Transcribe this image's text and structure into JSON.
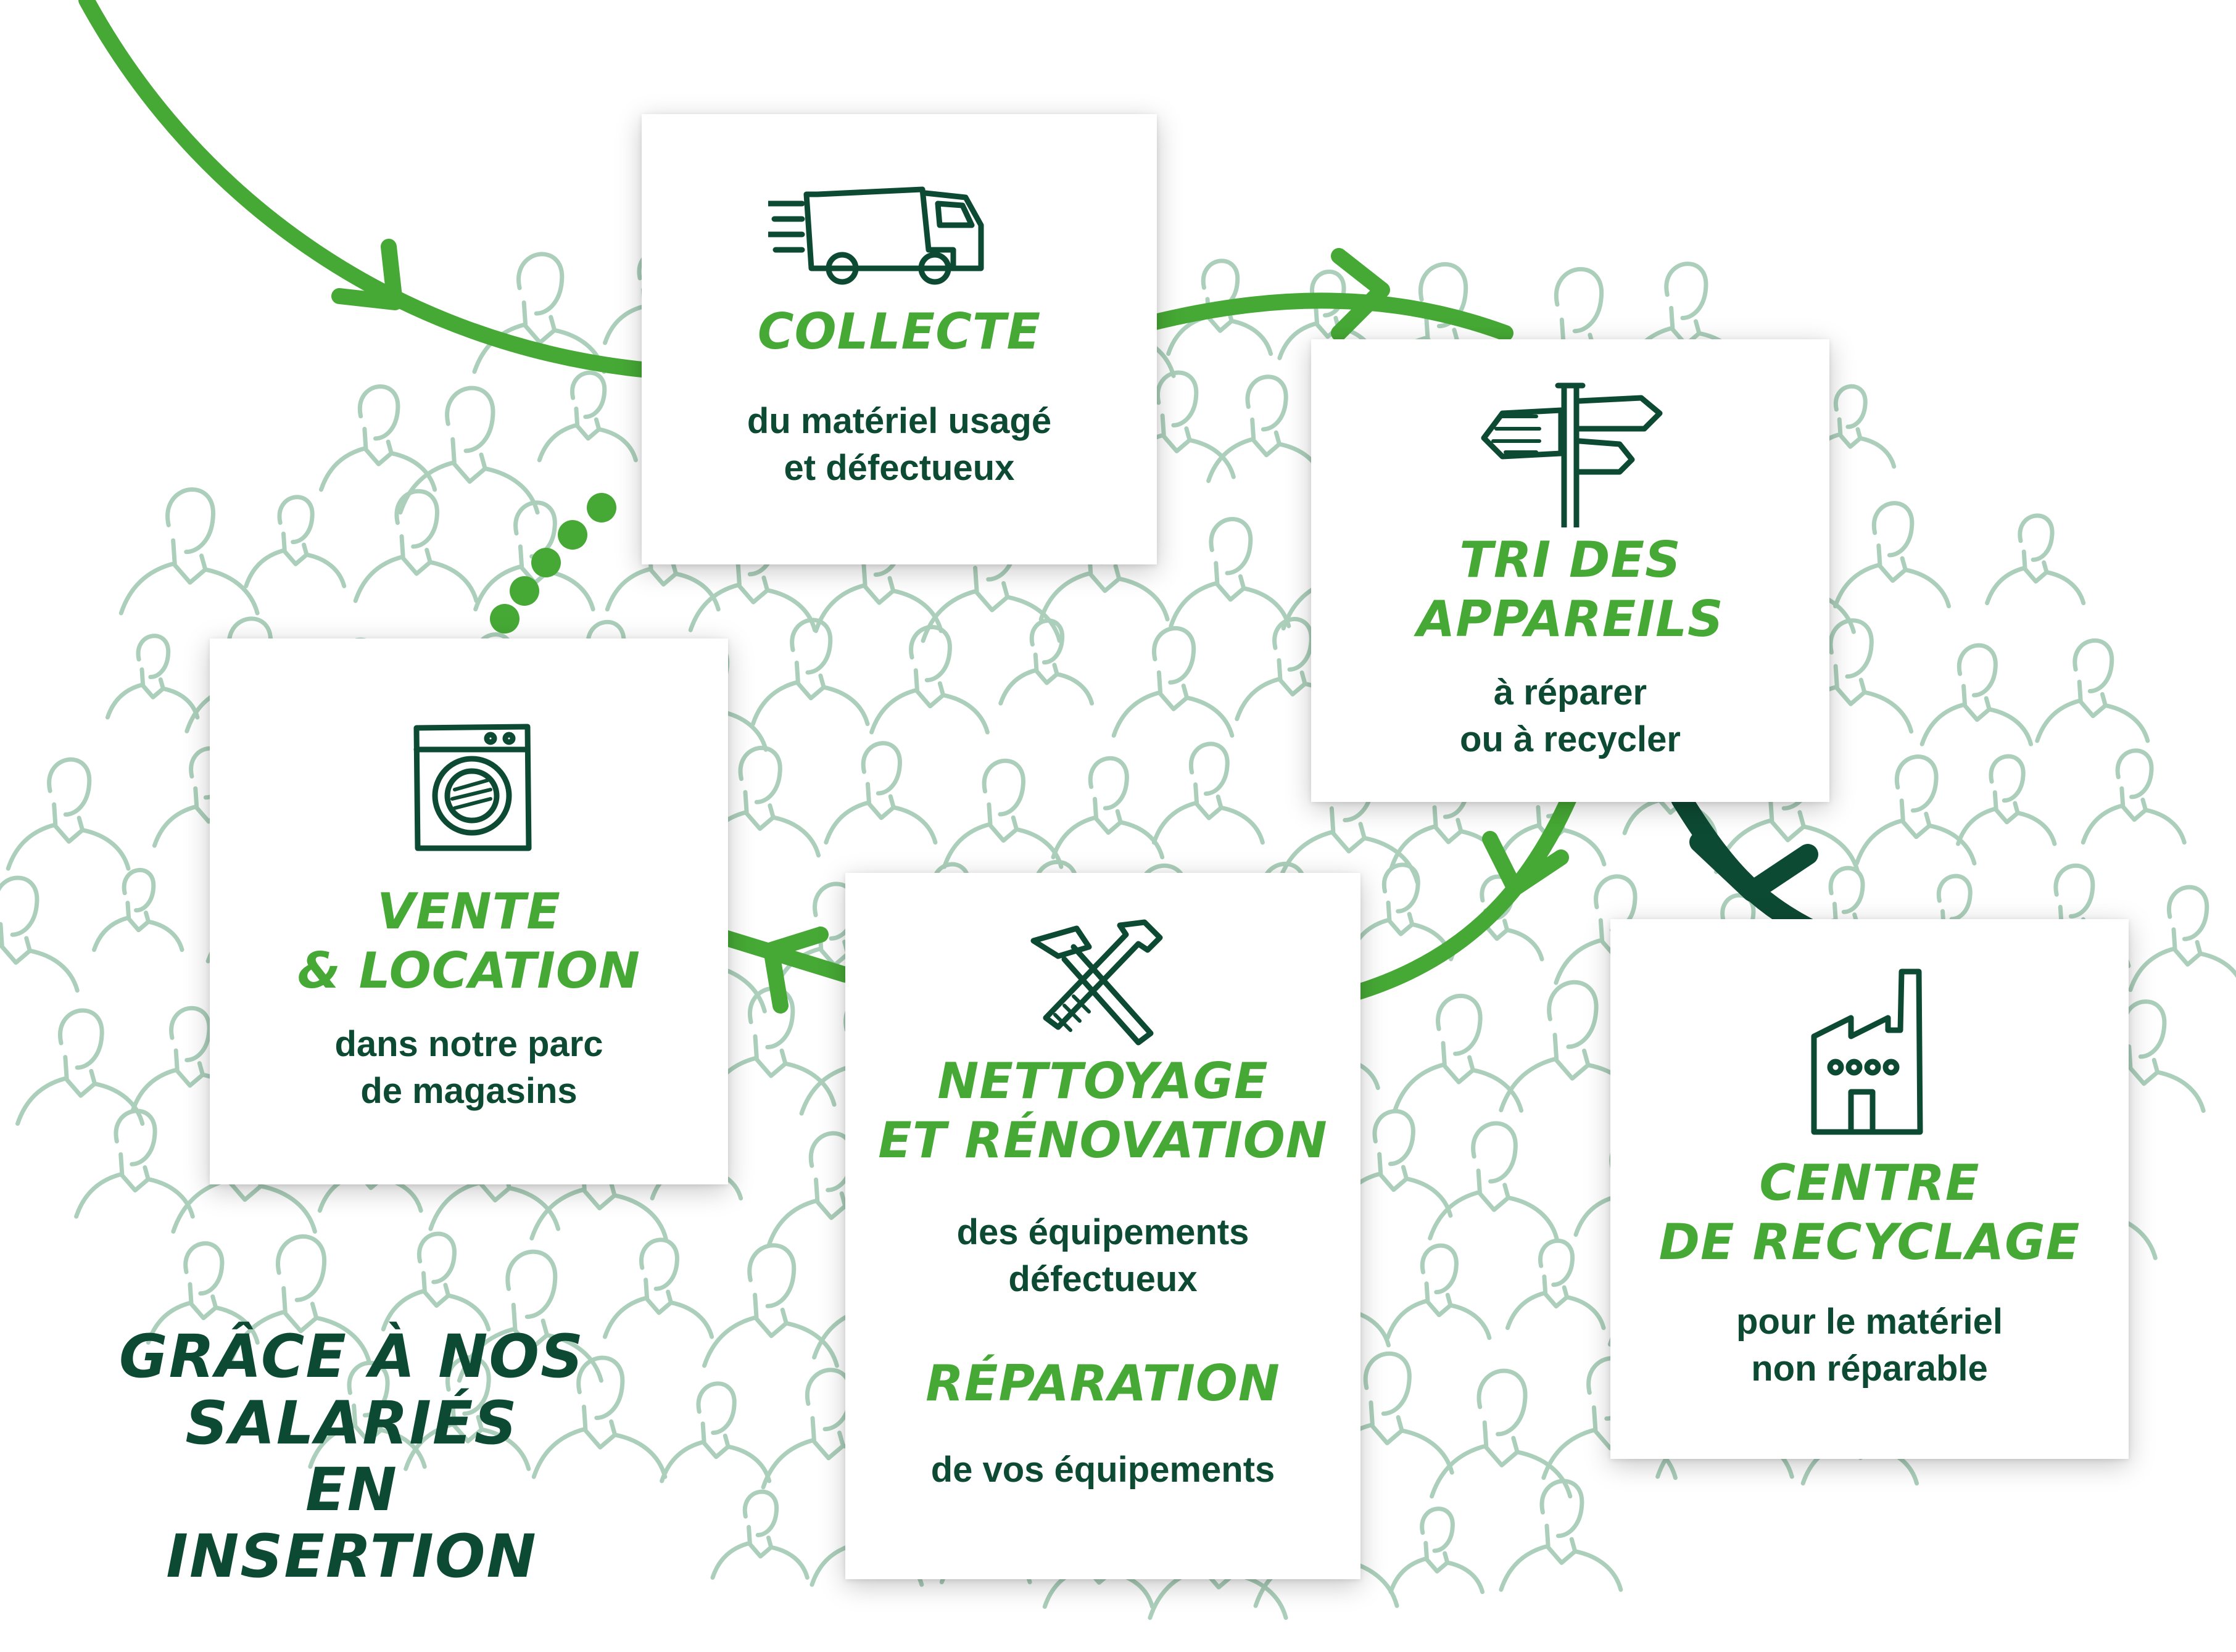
{
  "colors": {
    "accent_green": "#46a935",
    "dark_green": "#0d4a33",
    "figure_green": "#8fbfa4",
    "card_background": "#ffffff"
  },
  "steps": [
    {
      "icon": "delivery-truck-icon",
      "title": "COLLECTE",
      "description": "du matériel usagé\net défectueux"
    },
    {
      "icon": "signpost-icon",
      "title": "TRI DES\nAPPAREILS",
      "description": "à réparer\nou à recycler"
    },
    {
      "icon": "tools-icon",
      "title": "NETTOYAGE\nET RÉNOVATION",
      "description": "des équipements\ndéfectueux",
      "title2": "RÉPARATION",
      "description2": "de vos équipements"
    },
    {
      "icon": "washing-machine-icon",
      "title": "VENTE\n& LOCATION",
      "description": "dans notre parc\nde magasins"
    },
    {
      "icon": "factory-icon",
      "title": "CENTRE\nDE RECYCLAGE",
      "description": "pour le matériel\nnon  réparable"
    }
  ],
  "caption": "GRÂCE À NOS\nSALARIÉS\nEN INSERTION"
}
